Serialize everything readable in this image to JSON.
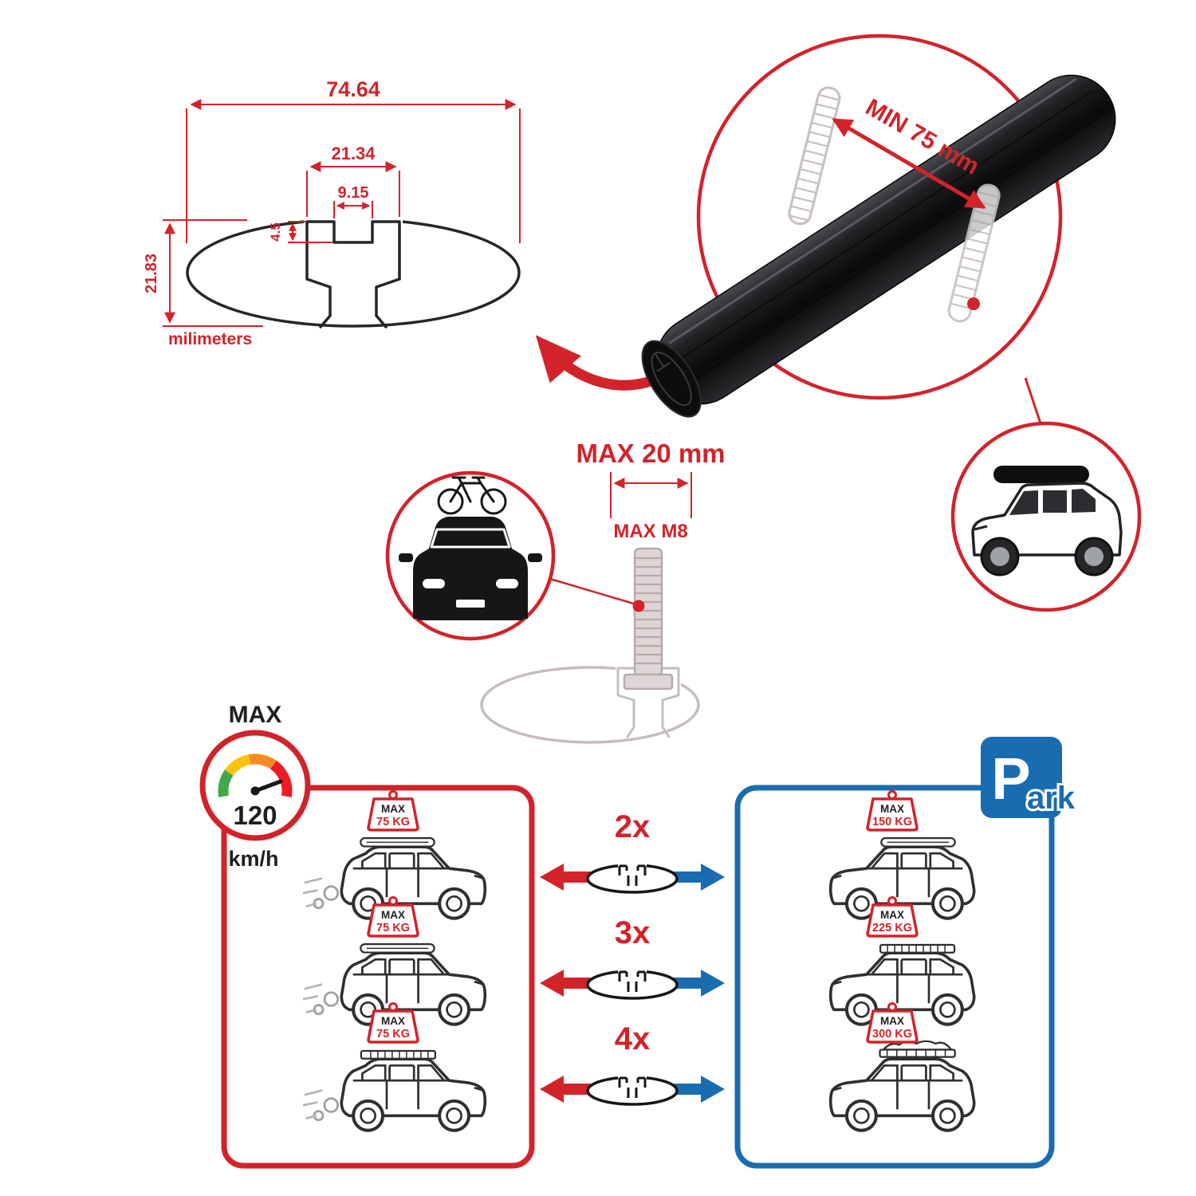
{
  "colors": {
    "accent_red": "#d2232a",
    "accent_blue": "#1a6cb1",
    "ink": "#1f1f1f",
    "ghost_gray": "#c9bfbf",
    "gauge_green": "#3faa47",
    "gauge_yellow": "#ffc20e",
    "gauge_orange": "#f68b1f",
    "gauge_red": "#ed1c24"
  },
  "technical_drawing": {
    "dim_total_width": "74.64",
    "dim_channel_width": "21.34",
    "dim_slot_width": "9.15",
    "dim_lip_depth": "4.5",
    "dim_total_height": "21.83",
    "units_label": "milimeters"
  },
  "bar_detail": {
    "min_span_label": "MIN 75 mm"
  },
  "bolt_detail": {
    "max_width_label": "MAX 20 mm",
    "max_thread_label": "MAX M8"
  },
  "speed_limit": {
    "title": "MAX",
    "value": "120",
    "unit": "km/h"
  },
  "multipliers": [
    {
      "label": "2x"
    },
    {
      "label": "3x"
    },
    {
      "label": "4x"
    }
  ],
  "driving_panel": {
    "cars": [
      {
        "tag_title": "MAX",
        "tag_weight": "75 KG"
      },
      {
        "tag_title": "MAX",
        "tag_weight": "75 KG"
      },
      {
        "tag_title": "MAX",
        "tag_weight": "75 KG"
      }
    ]
  },
  "parking_panel": {
    "sign_p": "P",
    "sign_ark": "ark",
    "cars": [
      {
        "tag_title": "MAX",
        "tag_weight": "150 KG"
      },
      {
        "tag_title": "MAX",
        "tag_weight": "225 KG"
      },
      {
        "tag_title": "MAX",
        "tag_weight": "300 KG"
      }
    ]
  },
  "icons": {
    "speed-gauge-icon": "speedometer dial",
    "park-sign-icon": "blue parking square",
    "bike-icon": "bicycle on roof",
    "car-front-icon": "car front silhouette",
    "suv-roofbox-icon": "suv with roof box",
    "crossbar-profile-icon": "elliptic bar cross-section",
    "bolt-icon": "threaded fixing bolt"
  }
}
